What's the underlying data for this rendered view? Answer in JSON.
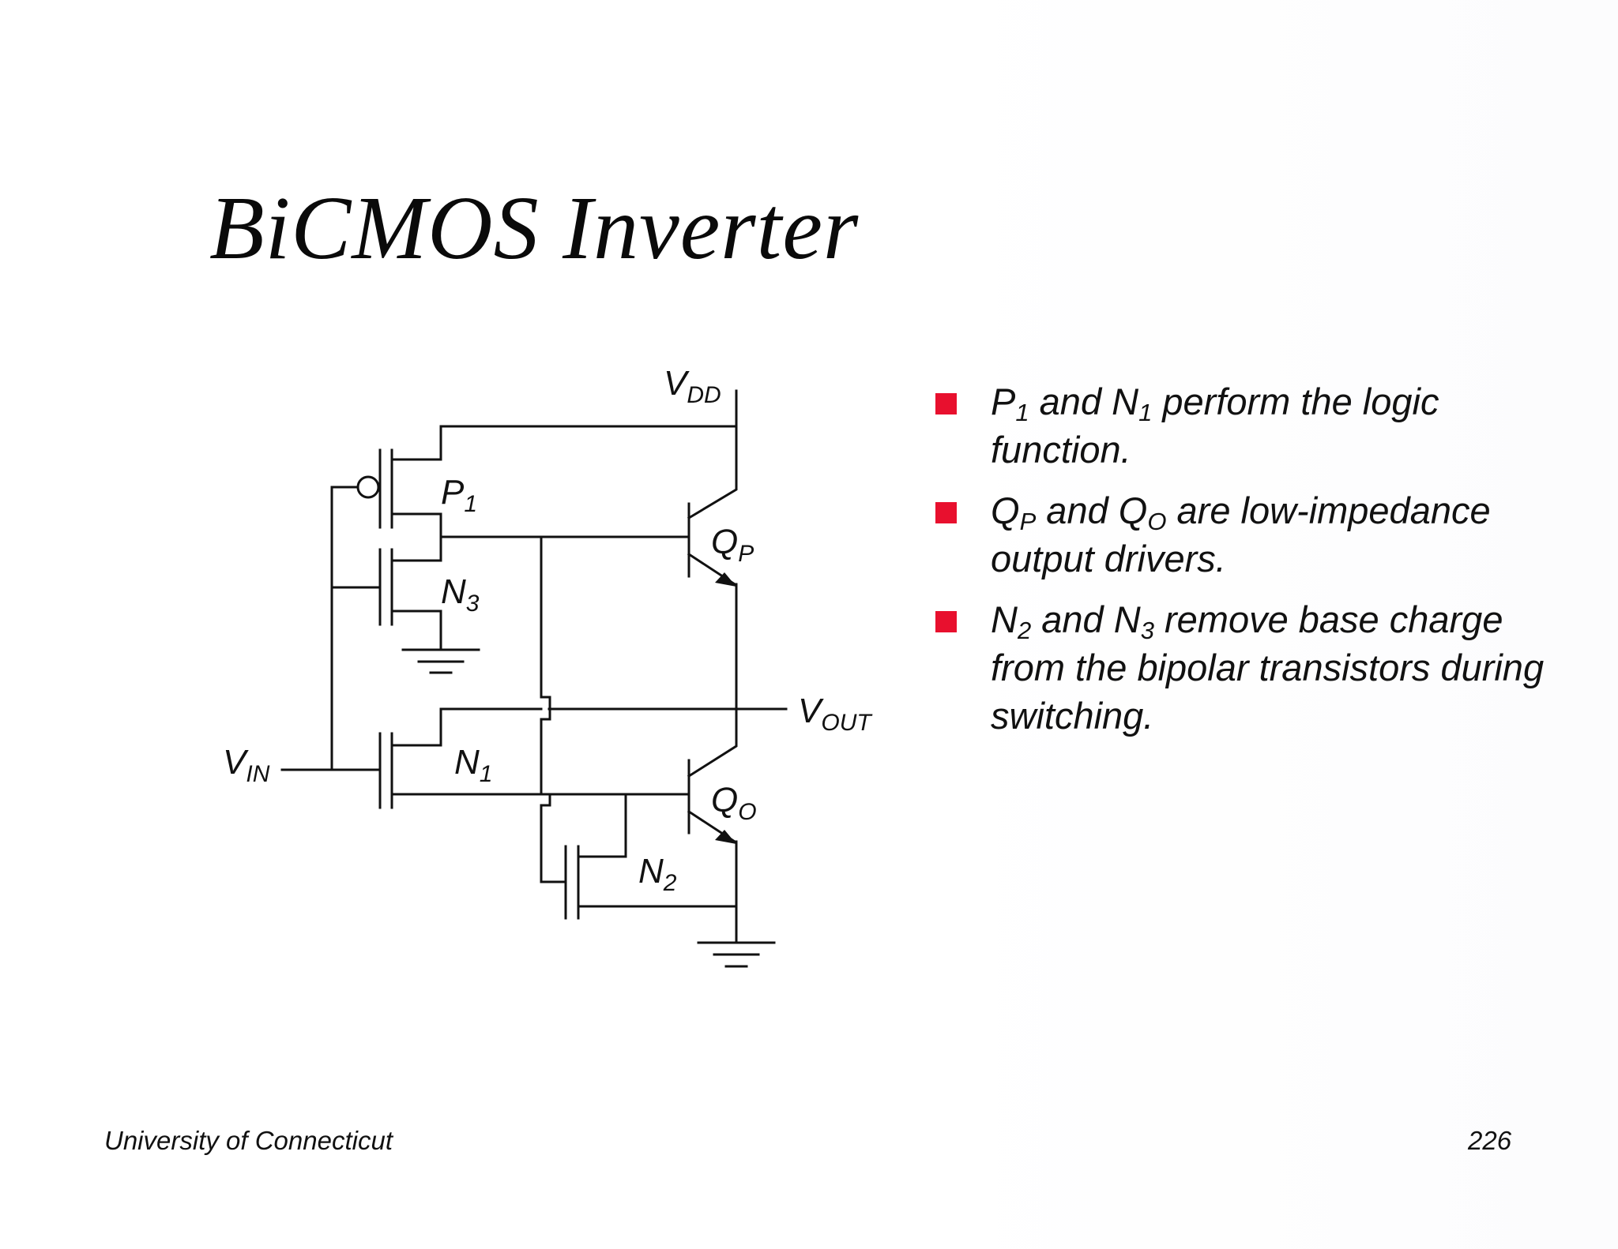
{
  "slide": {
    "title": "BiCMOS Inverter",
    "footer_left": "University of Connecticut",
    "footer_right": "226"
  },
  "diagram": {
    "labels": {
      "vdd": {
        "main": "V",
        "sub": "DD"
      },
      "vin": {
        "main": "V",
        "sub": "IN"
      },
      "vout": {
        "main": "V",
        "sub": "OUT"
      },
      "p1": {
        "main": "P",
        "sub": "1"
      },
      "n1": {
        "main": "N",
        "sub": "1"
      },
      "n2": {
        "main": "N",
        "sub": "2"
      },
      "n3": {
        "main": "N",
        "sub": "3"
      },
      "qp": {
        "main": "Q",
        "sub": "P"
      },
      "qo": {
        "main": "Q",
        "sub": "O"
      }
    }
  },
  "bullets": [
    {
      "parts": [
        {
          "t": "P"
        },
        {
          "s": "1"
        },
        {
          "t": " and N"
        },
        {
          "s": "1"
        },
        {
          "t": " perform the logic function."
        }
      ]
    },
    {
      "parts": [
        {
          "t": "Q"
        },
        {
          "s": "P"
        },
        {
          "t": " and Q"
        },
        {
          "s": "O"
        },
        {
          "t": " are low-impedance output drivers."
        }
      ]
    },
    {
      "parts": [
        {
          "t": "N"
        },
        {
          "s": "2"
        },
        {
          "t": " and N"
        },
        {
          "s": "3"
        },
        {
          "t": " remove base charge from the bipolar transistors during switching."
        }
      ]
    }
  ],
  "colors": {
    "bullet_marker": "#e8102e",
    "ink": "#111111"
  }
}
